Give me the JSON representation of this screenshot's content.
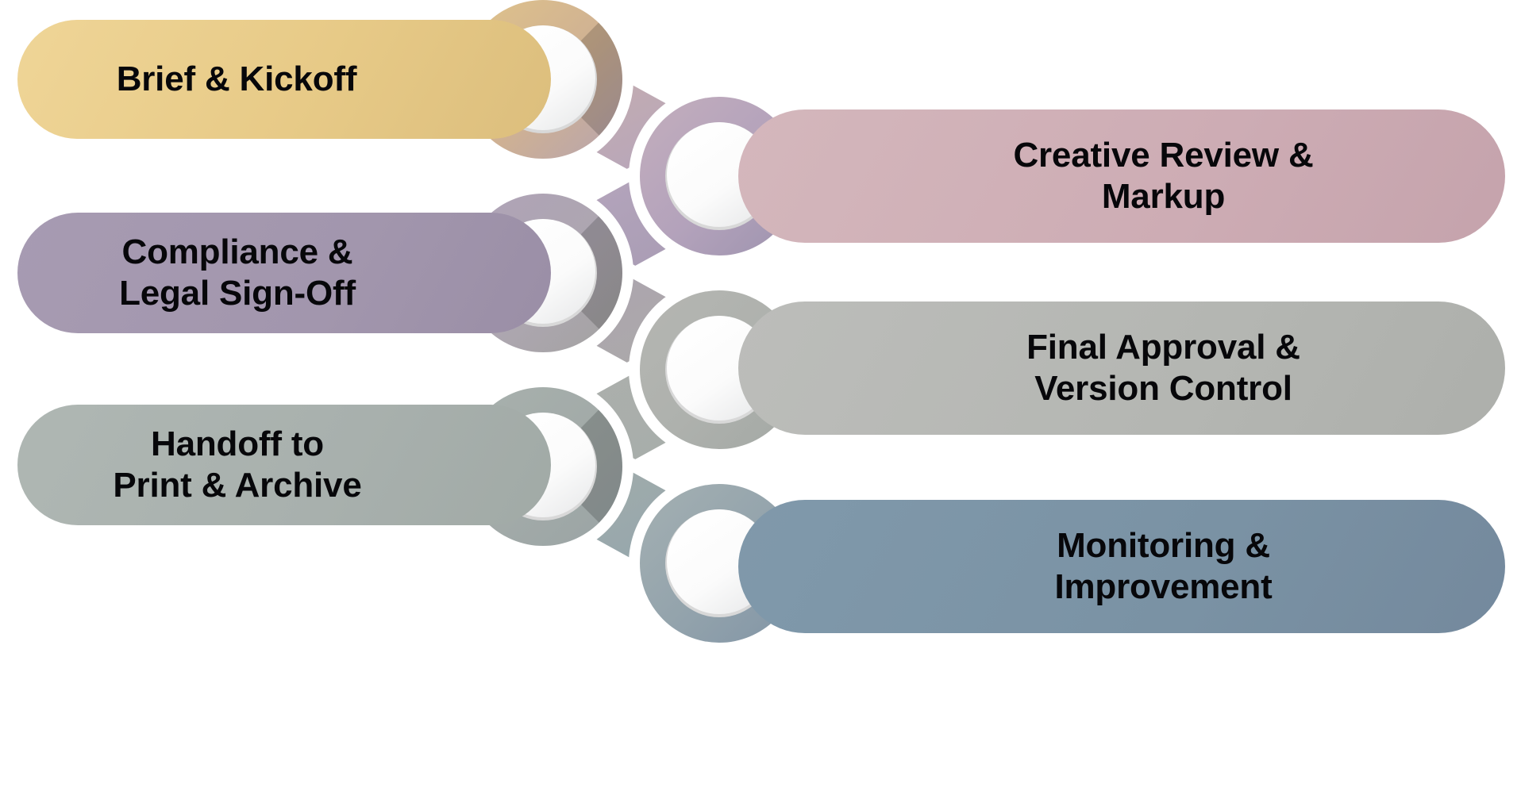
{
  "diagram": {
    "type": "chain-link process flow",
    "background_color": "#ffffff",
    "step_count": 6,
    "steps": [
      {
        "id": "step-1",
        "label": "Brief & Kickoff",
        "side": "left",
        "color": "#e7ca87",
        "ring_color": "#d9c08a",
        "text_color": "#07070a"
      },
      {
        "id": "step-2",
        "label": "Creative Review &\nMarkup",
        "side": "right",
        "color": "#cdacb4",
        "ring_color": "#b7a4bb",
        "text_color": "#07070a"
      },
      {
        "id": "step-3",
        "label": "Compliance &\nLegal Sign-Off",
        "side": "left",
        "color": "#a296ad",
        "ring_color": "#ad9fb5",
        "text_color": "#07070a"
      },
      {
        "id": "step-4",
        "label": "Final Approval &\nVersion Control",
        "side": "right",
        "color": "#b4b6b2",
        "ring_color": "#b0b1ad",
        "text_color": "#07070a"
      },
      {
        "id": "step-5",
        "label": "Handoff to\nPrint & Archive",
        "side": "left",
        "color": "#a8b0ad",
        "ring_color": "#a6aeaa",
        "text_color": "#07070a"
      },
      {
        "id": "step-6",
        "label": "Monitoring &\nImprovement",
        "side": "right",
        "color": "#7a92a4",
        "ring_color": "#93a5ad",
        "text_color": "#07070a"
      }
    ]
  }
}
